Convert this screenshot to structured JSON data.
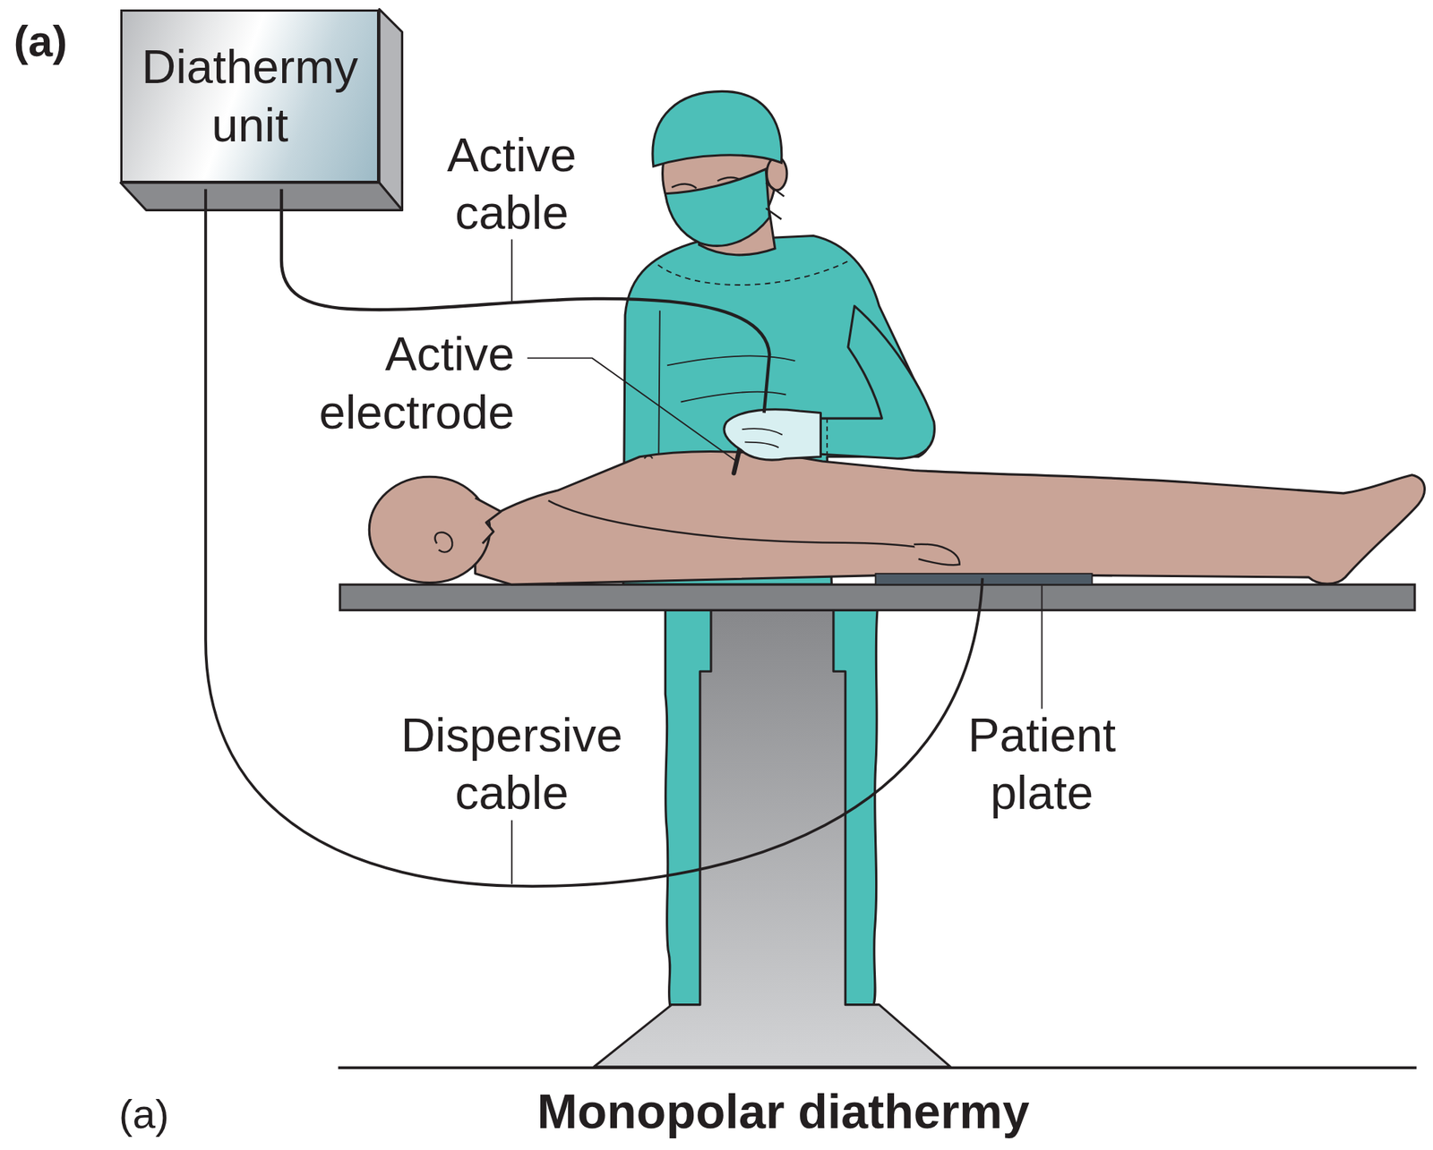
{
  "diagram": {
    "caption": "Monopolar diathermy",
    "nodes": [
      {
        "text": [
          "Diathermy unit"
        ]
      }
    ],
    "labels": [
      "(a)",
      "Active cable",
      "Active electrode",
      "Dispersive cable",
      "Patient plate",
      "(a)"
    ]
  }
}
